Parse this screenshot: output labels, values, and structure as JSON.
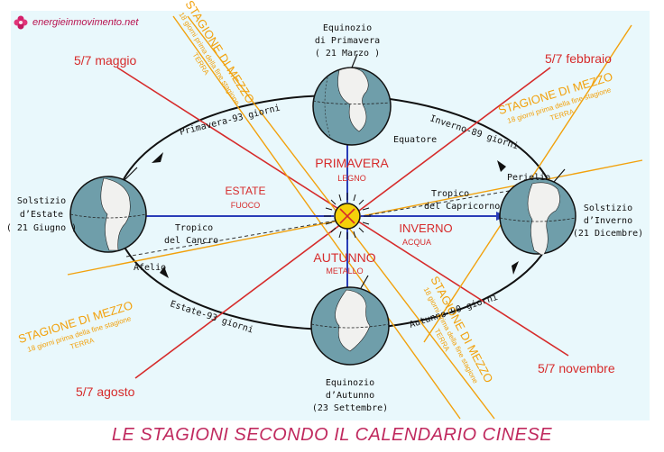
{
  "brand": {
    "text": "energieinmovimento.net"
  },
  "footer": {
    "title": "LE STAGIONI SECONDO IL CALENDARIO CINESE"
  },
  "colors": {
    "red": "#d62b2b",
    "orange": "#f2a10c",
    "blue": "#2a3db8",
    "pink": "#c0295e",
    "sun": "#f4d10a"
  },
  "dates": {
    "may": "5/7 maggio",
    "feb": "5/7 febbraio",
    "aug": "5/7 agosto",
    "nov": "5/7 novembre"
  },
  "seasons": {
    "spring": {
      "name": "PRIMAVERA",
      "element": "LEGNO"
    },
    "summer": {
      "name": "ESTATE",
      "element": "FUOCO"
    },
    "autumn": {
      "name": "AUTUNNO",
      "element": "METALLO"
    },
    "winter": {
      "name": "INVERNO",
      "element": "ACQUA"
    }
  },
  "middle_season": {
    "title": "STAGIONE DI MEZZO",
    "note": "18 giorni prima della fine stagione",
    "element": "TERRA"
  },
  "earth_labels": {
    "spring_equinox": [
      "Equinozio",
      "di Primavera",
      "( 21 Marzo )"
    ],
    "summer_solstice": [
      "Solstizio",
      "d’Estate",
      "( 21 Giugno )"
    ],
    "winter_solstice": [
      "Solstizio",
      "d’Inverno",
      "(21 Dicembre)"
    ],
    "autumn_equinox": [
      "Equinozio",
      "d’Autunno",
      "(23 Settembre)"
    ]
  },
  "orbit_labels": {
    "spring_days": "Primavera-93 giorni",
    "winter_days": "Inverno-89 giorni",
    "summer_days": "Estate-93 giorni",
    "autumn_days": "Autunno-90 giorni",
    "equator": "Equatore",
    "perihelion": "Perielio",
    "aphelion": "Afelio",
    "capricorn": [
      "Tropico",
      "del Capricorno"
    ],
    "cancer": [
      "Tropico",
      "del Cancro"
    ]
  }
}
